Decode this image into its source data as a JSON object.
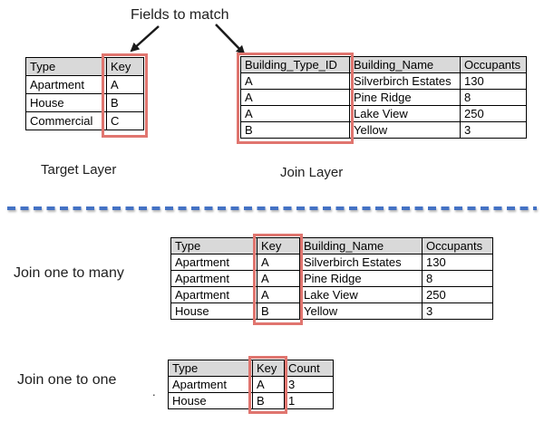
{
  "title": "Fields to match",
  "colors": {
    "accent-red": "#E0756F",
    "line-blue": "#4472C4",
    "header-gray": "#D9D9D9"
  },
  "labels": {
    "target_layer": "Target Layer",
    "join_layer": "Join Layer",
    "join_one_to_many": "Join one to many",
    "join_one_to_one": "Join one to one",
    "stray_dot": "."
  },
  "icons": {
    "left_arrow": "arrow pointing to Key column of Target Layer",
    "right_arrow": "arrow pointing to Building_Type_ID column of Join Layer"
  },
  "tables": {
    "target": {
      "headers": [
        "Type",
        "Key"
      ],
      "rows": [
        [
          "Apartment",
          "A"
        ],
        [
          "House",
          "B"
        ],
        [
          "Commercial",
          "C"
        ]
      ],
      "highlight_column": "Key"
    },
    "join_layer": {
      "headers": [
        "Building_Type_ID",
        "Building_Name",
        "Occupants"
      ],
      "rows": [
        [
          "A",
          "Silverbirch Estates",
          "130"
        ],
        [
          "A",
          "Pine Ridge",
          "8"
        ],
        [
          "A",
          "Lake View",
          "250"
        ],
        [
          "B",
          "Yellow",
          "3"
        ]
      ],
      "highlight_column": "Building_Type_ID"
    },
    "one_to_many": {
      "headers": [
        "Type",
        "Key",
        "Building_Name",
        "Occupants"
      ],
      "rows": [
        [
          "Apartment",
          "A",
          "Silverbirch Estates",
          "130"
        ],
        [
          "Apartment",
          "A",
          "Pine Ridge",
          "8"
        ],
        [
          "Apartment",
          "A",
          "Lake View",
          "250"
        ],
        [
          "House",
          "B",
          "Yellow",
          "3"
        ]
      ],
      "highlight_column": "Key"
    },
    "one_to_one": {
      "headers": [
        "Type",
        "Key",
        "Count"
      ],
      "rows": [
        [
          "Apartment",
          "A",
          "3"
        ],
        [
          "House",
          "B",
          "1"
        ]
      ],
      "highlight_column": "Key"
    }
  }
}
